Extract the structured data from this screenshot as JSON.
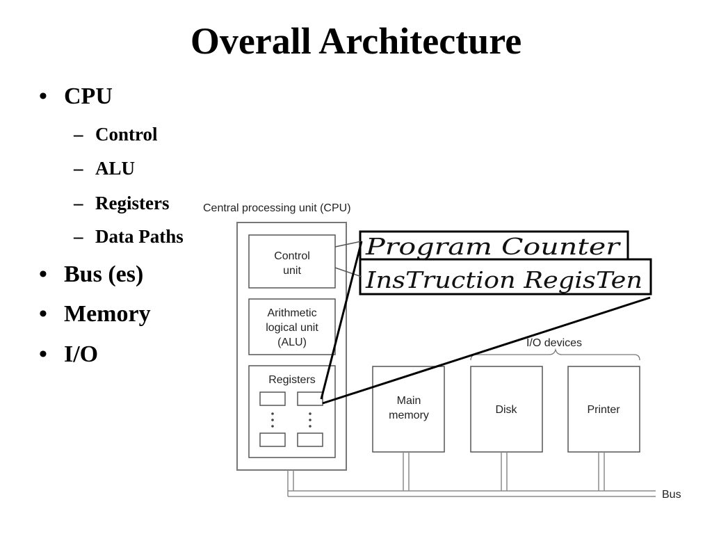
{
  "slide": {
    "title": "Overall Architecture",
    "bullets": [
      {
        "label": "CPU",
        "sub": [
          "Control",
          "ALU",
          "Registers",
          "Data Paths"
        ]
      },
      {
        "label": "Bus (es)"
      },
      {
        "label": "Memory"
      },
      {
        "label": "I/O"
      }
    ]
  },
  "diagram": {
    "cpu_caption": "Central processing unit (CPU)",
    "control_unit": [
      "Control",
      "unit"
    ],
    "alu": [
      "Arithmetic",
      "logical unit",
      "(ALU)"
    ],
    "registers_label": "Registers",
    "io_caption": "I/O devices",
    "main_memory": [
      "Main",
      "memory"
    ],
    "disk": "Disk",
    "printer": "Printer",
    "bus": "Bus",
    "handwritten": {
      "program_counter": "Program Counter",
      "instruction_register": "InsTruction RegisTen"
    }
  }
}
